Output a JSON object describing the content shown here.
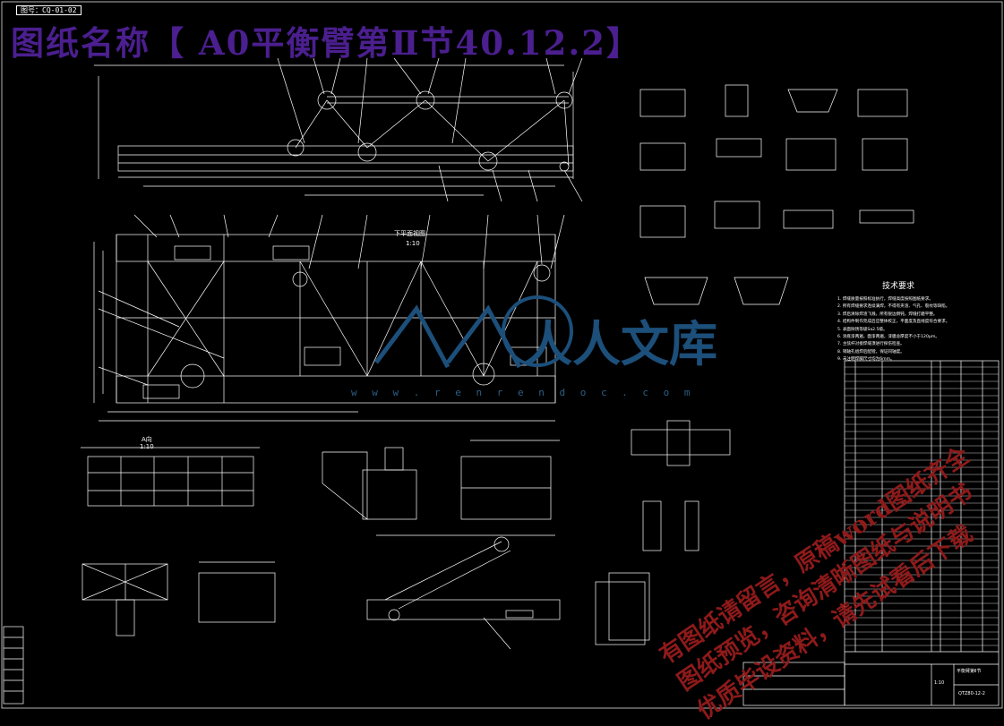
{
  "header": {
    "drawing_number_tag": "图号：CQ-01-02",
    "title": "图纸名称【 A0平衡臂第Ⅱ节40.12.2】"
  },
  "views": {
    "plan_view_label": "下平面视图",
    "plan_view_scale": "1:10",
    "a_view_label": "A向",
    "a_view_scale": "1:10"
  },
  "tech_requirements": {
    "title": "技术要求",
    "notes": [
      "1. 焊缝质量按照标准执行，焊缝高度按照图纸要求。",
      "2. 所有焊缝要求连续满焊，不得有夹渣、气孔、裂纹等缺陷。",
      "3. 焊后清除焊渣飞溅，所有锐边倒钝，焊缝打磨平整。",
      "4. 结构件制作完成后应整体校正，平面度及直线度符合要求。",
      "5. 表面除锈等级Sa2.5级。",
      "6. 涂底漆两遍，面漆两遍，漆膜总厚度不小于120μm。",
      "7. 主弦杆对接焊缝须进行探伤检查。",
      "8. 销轴孔组焊后配镗，保证同轴度。",
      "9. 未注明焊脚尺寸均为6mm。"
    ]
  },
  "title_block": {
    "name": "平衡臂第Ⅱ节",
    "drawing_no": "QTZ80-12-2",
    "scale": "1:10"
  },
  "watermarks": {
    "brand": "人人文库",
    "url": "w w w . r e n r e n d o c . c o m",
    "red_line1": "有图纸请留言，原稿word图纸齐全",
    "red_line2": "图纸预览，咨询清晰图纸与说明书",
    "red_line3": "优质毕设资料，请先试看后下载"
  },
  "colors": {
    "background": "#000000",
    "linework": "#ffffff",
    "title": "#4b1f8f",
    "watermark_red": "#8e1a1a",
    "watermark_blue": "#1c4f7a"
  }
}
